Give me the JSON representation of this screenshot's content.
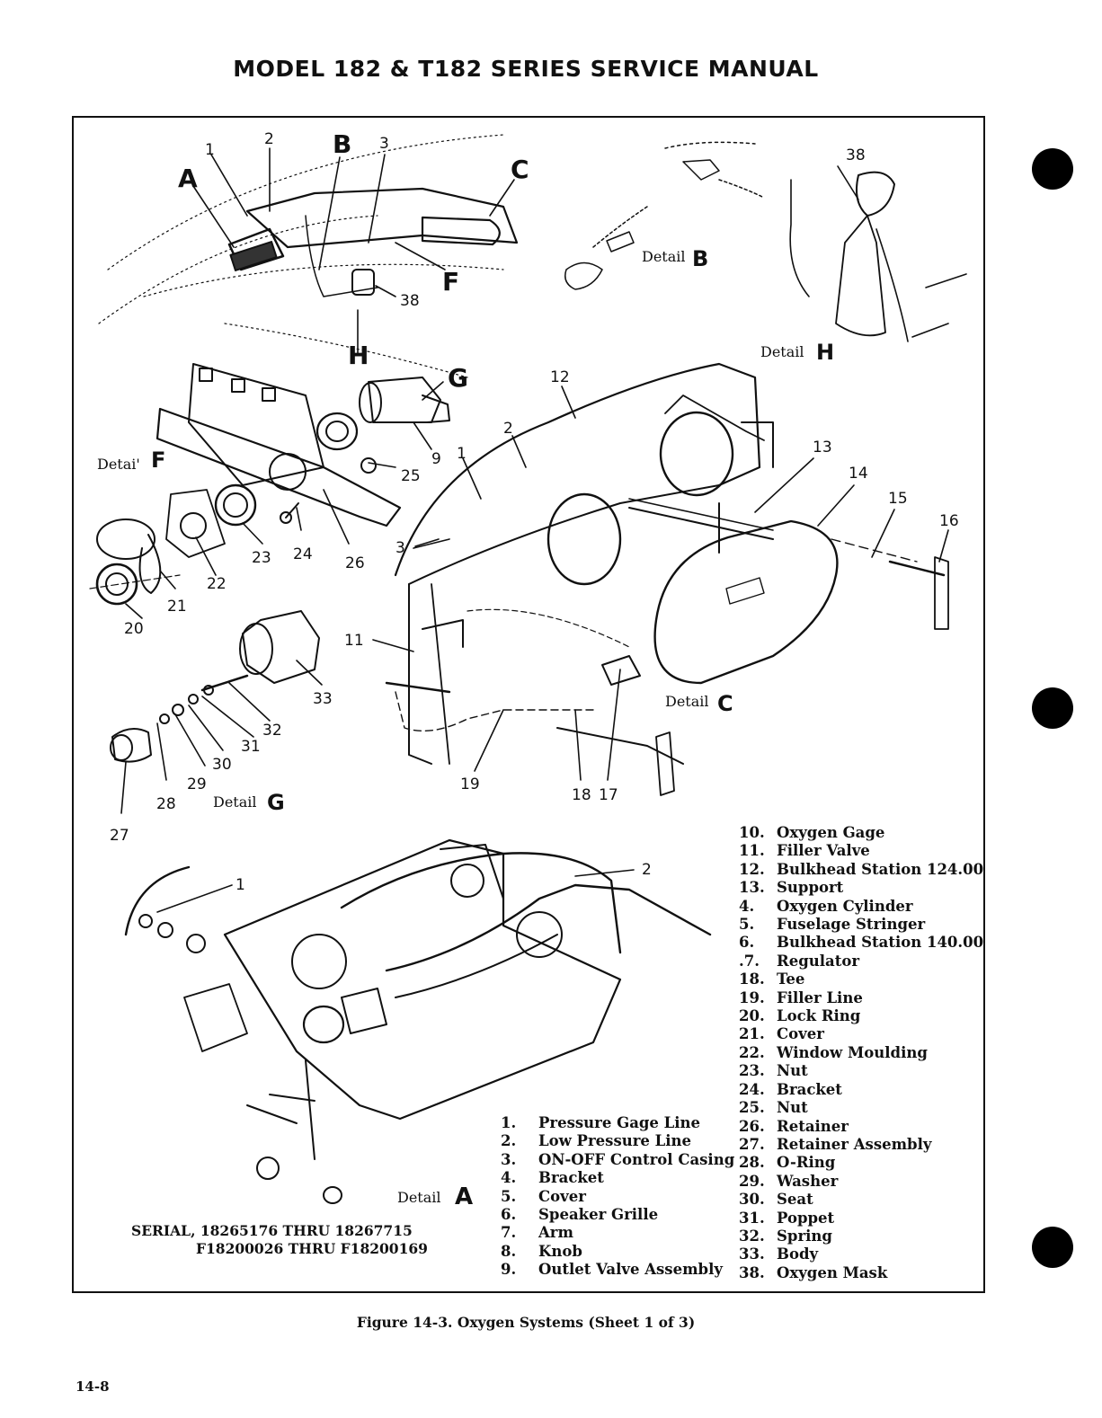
{
  "header": {
    "title": "MODEL 182 & T182 SERIES SERVICE MANUAL"
  },
  "details": {
    "b": {
      "word": "Detail",
      "letter": "B"
    },
    "h": {
      "word": "Detail",
      "letter": "H"
    },
    "f": {
      "word": "Detai'",
      "letter": "F"
    },
    "g": {
      "word": "Detail",
      "letter": "G"
    },
    "c": {
      "word": "Detail",
      "letter": "C"
    },
    "a": {
      "word": "Detail",
      "letter": "A"
    }
  },
  "callouts": {
    "n1": "1",
    "n2": "2",
    "n3": "3",
    "n9": "9",
    "n11": "11",
    "n12": "12",
    "n13": "13",
    "n14": "14",
    "n15": "15",
    "n16": "16",
    "n17": "17",
    "n18": "18",
    "n19": "19",
    "n20": "20",
    "n21": "21",
    "n22": "22",
    "n23": "23",
    "n24": "24",
    "n25": "25",
    "n26": "26",
    "n27": "27",
    "n28": "28",
    "n29": "29",
    "n30": "30",
    "n31": "31",
    "n32": "32",
    "n33": "33",
    "n38": "38",
    "la": "A",
    "lb": "B",
    "lc": "C",
    "lf": "F",
    "lg": "G",
    "lh": "H"
  },
  "legend_left": [
    {
      "num": "1.",
      "text": "Pressure Gage Line"
    },
    {
      "num": "2.",
      "text": "Low Pressure Line"
    },
    {
      "num": "3.",
      "text": "ON-OFF Control Casing"
    },
    {
      "num": "4.",
      "text": "Bracket"
    },
    {
      "num": "5.",
      "text": "Cover"
    },
    {
      "num": "6.",
      "text": "Speaker Grille"
    },
    {
      "num": "7.",
      "text": "Arm"
    },
    {
      "num": "8.",
      "text": "Knob"
    },
    {
      "num": "9.",
      "text": "Outlet Valve Assembly"
    }
  ],
  "legend_right": [
    {
      "num": "10.",
      "text": "Oxygen Gage"
    },
    {
      "num": "11.",
      "text": "Filler Valve"
    },
    {
      "num": "12.",
      "text": "Bulkhead Station 124.00"
    },
    {
      "num": "13.",
      "text": "Support"
    },
    {
      "num": "4.",
      "text": "Oxygen Cylinder"
    },
    {
      "num": "5.",
      "text": "Fuselage Stringer"
    },
    {
      "num": "6.",
      "text": "Bulkhead Station 140.00"
    },
    {
      "num": ".7.",
      "text": "Regulator"
    },
    {
      "num": "18.",
      "text": "Tee"
    },
    {
      "num": "19.",
      "text": "Filler Line"
    },
    {
      "num": "20.",
      "text": "Lock Ring"
    },
    {
      "num": "21.",
      "text": "Cover"
    },
    {
      "num": "22.",
      "text": "Window Moulding"
    },
    {
      "num": "23.",
      "text": "Nut"
    },
    {
      "num": "24.",
      "text": "Bracket"
    },
    {
      "num": "25.",
      "text": "Nut"
    },
    {
      "num": "26.",
      "text": "Retainer"
    },
    {
      "num": "27.",
      "text": "Retainer Assembly"
    },
    {
      "num": "28.",
      "text": "O-Ring"
    },
    {
      "num": "29.",
      "text": "Washer"
    },
    {
      "num": "30.",
      "text": "Seat"
    },
    {
      "num": "31.",
      "text": "Poppet"
    },
    {
      "num": "32.",
      "text": "Spring"
    },
    {
      "num": "33.",
      "text": "Body"
    },
    {
      "num": "38.",
      "text": "Oxygen Mask"
    }
  ],
  "serial": {
    "line1": "SERIAL, 18265176 THRU 18267715",
    "line2": "F18200026 THRU F18200169"
  },
  "caption": "Figure 14-3.  Oxygen Systems  (Sheet 1 of 3)",
  "page_number": "14-8"
}
